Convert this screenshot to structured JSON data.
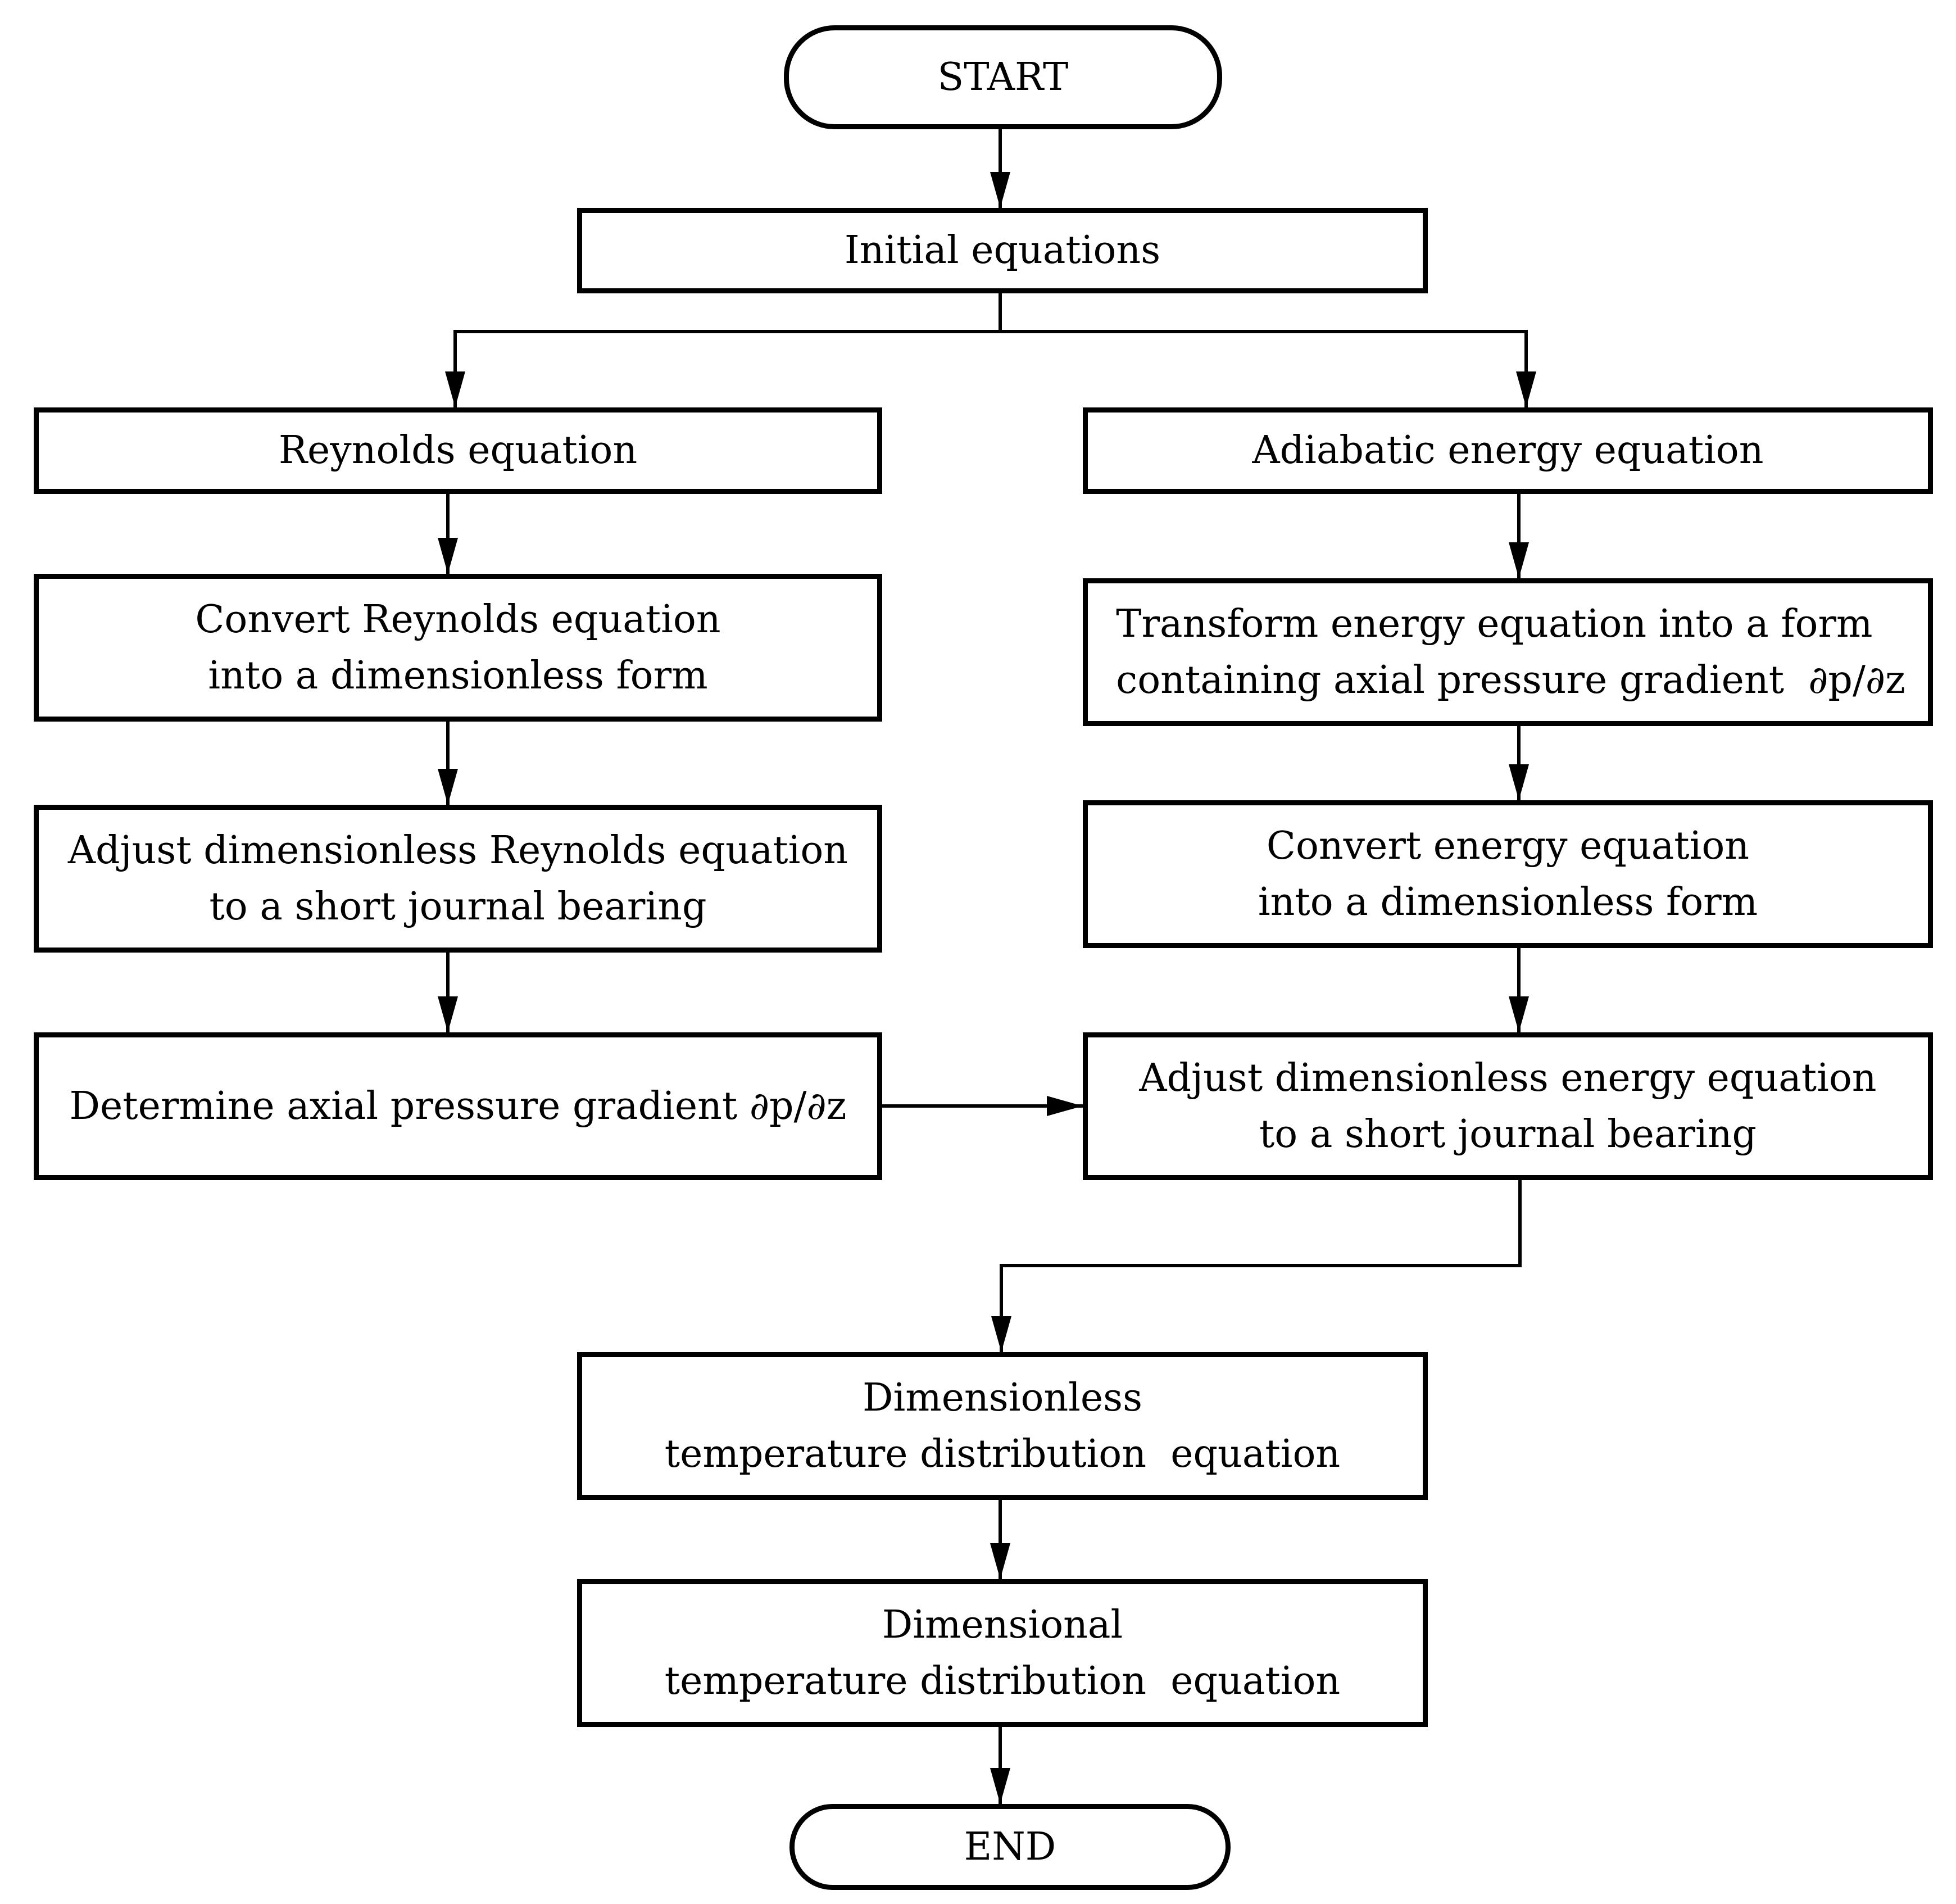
{
  "nodes": {
    "start": [
      "START"
    ],
    "initial_equations": [
      "Initial equations"
    ],
    "reynolds_equation": [
      "Reynolds equation"
    ],
    "adiabatic_energy_equation": [
      "Adiabatic energy equation"
    ],
    "convert_reynolds": [
      "Convert Reynolds equation",
      "into a dimensionless form"
    ],
    "transform_energy": [
      "Transform energy equation into a form",
      "containing axial pressure gradient  ∂p/∂z"
    ],
    "adjust_reynolds": [
      "Adjust dimensionless Reynolds equation",
      "to a short journal bearing"
    ],
    "convert_energy": [
      "Convert energy equation",
      "into a dimensionless form"
    ],
    "determine_gradient": [
      "Determine axial pressure gradient ∂p/∂z"
    ],
    "adjust_energy": [
      "Adjust dimensionless energy equation",
      "to a short journal bearing"
    ],
    "dimensionless_temperature": [
      "Dimensionless",
      "temperature distribution  equation"
    ],
    "dimensional_temperature": [
      "Dimensional",
      "temperature distribution  equation"
    ],
    "end": [
      "END"
    ]
  }
}
